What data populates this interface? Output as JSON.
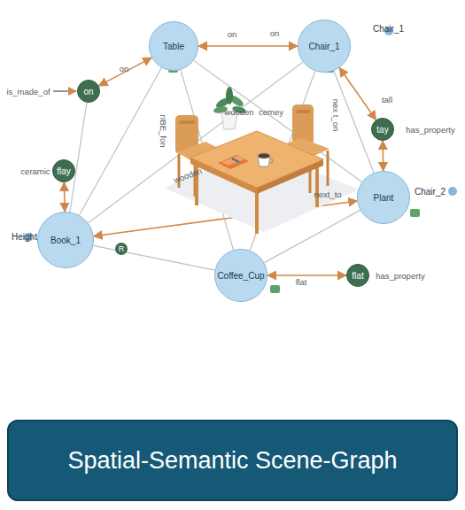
{
  "diagram": {
    "title": "Spatial-Semantic Scene-Graph",
    "nodes": [
      {
        "text": [
          "Table"
        ]
      },
      {
        "text": [
          "Chair_1",
          "Chair_1"
        ]
      },
      {
        "text": [
          "on"
        ]
      },
      {
        "text": [
          "tay"
        ]
      },
      {
        "text": [
          "flay"
        ]
      },
      {
        "text": [
          "Plant",
          "Chair_2"
        ]
      },
      {
        "text": [
          "Book_1",
          "Height"
        ]
      },
      {
        "text": [
          "Coffee_Cup"
        ]
      },
      {
        "text": [
          "flat"
        ]
      }
    ],
    "edges": [
      {
        "from": 0,
        "to": 1,
        "label": "on",
        "arrow": "both"
      },
      {
        "from": 2,
        "to": 0,
        "label": "on",
        "arrow": "both"
      },
      {
        "from": 2,
        "to": 6,
        "arrow": "none"
      },
      {
        "from": 4,
        "to": 6,
        "arrow": "both"
      },
      {
        "from": 1,
        "to": 3,
        "label": "tall",
        "arrow": "both"
      },
      {
        "from": 3,
        "to": 5,
        "arrow": "both"
      },
      {
        "from": 6,
        "to": 5,
        "label": "next_to",
        "arrow": "both"
      },
      {
        "from": 7,
        "to": 8,
        "label": "flat",
        "arrow": "both"
      },
      {
        "from": 0,
        "to": 6,
        "arrow": "none"
      },
      {
        "from": 0,
        "to": 7,
        "arrow": "none"
      },
      {
        "from": 0,
        "to": 5,
        "arrow": "none"
      },
      {
        "from": 1,
        "to": 6,
        "arrow": "none"
      },
      {
        "from": 1,
        "to": 7,
        "arrow": "none"
      },
      {
        "from": 1,
        "to": 5,
        "arrow": "none"
      },
      {
        "from": 5,
        "to": 7,
        "arrow": "none"
      },
      {
        "from": 6,
        "to": 7,
        "arrow": "none"
      }
    ],
    "labels": [
      "is_made_of",
      "ceramic",
      "has_property",
      "has_property",
      "on",
      "wooden",
      "cemey",
      "nex t_on",
      "rIBE_fon",
      "wooden",
      "R"
    ]
  }
}
